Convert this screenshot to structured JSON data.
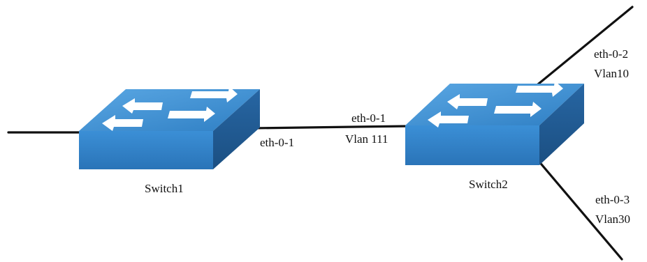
{
  "colors": {
    "background": "#ffffff",
    "cable": "#111111",
    "switch_top": "#3f8fd0",
    "switch_front": "#2f80c8",
    "switch_side": "#1f5f9a",
    "arrow": "#ffffff"
  },
  "switches": [
    {
      "id": "switch1",
      "label": "Switch1",
      "icon": "network-switch-icon"
    },
    {
      "id": "switch2",
      "label": "Switch2",
      "icon": "network-switch-icon"
    }
  ],
  "ports": {
    "switch1_uplink": {
      "port": "eth-0-1"
    },
    "switch2_uplink": {
      "port": "eth-0-1",
      "vlan": "Vlan 111"
    },
    "switch2_port2": {
      "port": "eth-0-2",
      "vlan": "Vlan10"
    },
    "switch2_port3": {
      "port": "eth-0-3",
      "vlan": "Vlan30"
    }
  }
}
